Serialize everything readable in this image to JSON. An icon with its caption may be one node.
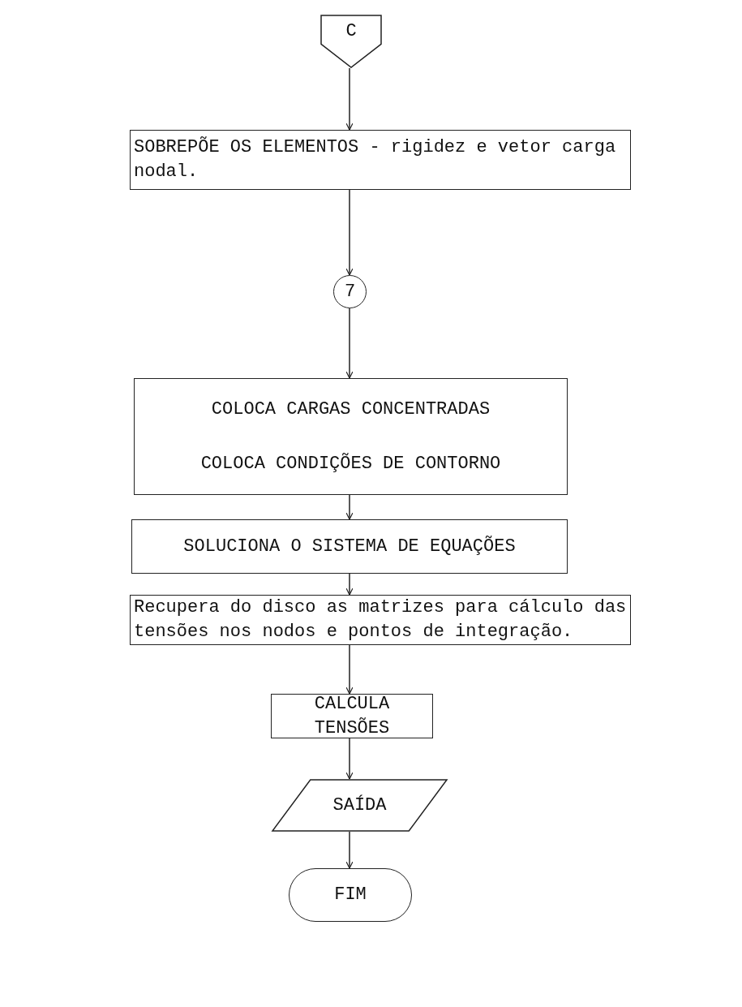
{
  "diagram": {
    "nodes": [
      {
        "text": [
          "C"
        ]
      },
      {
        "text": [
          "SOBREPÕE OS ELEMENTOS - rigidez e vetor carga nodal."
        ]
      },
      {
        "text": [
          "7"
        ]
      },
      {
        "text": [
          "COLOCA CARGAS CONCENTRADAS",
          "COLOCA CONDIÇÕES DE CONTORNO"
        ]
      },
      {
        "text": [
          "SOLUCIONA O SISTEMA DE EQUAÇÕES"
        ]
      },
      {
        "text": [
          "Recupera do disco as matrizes para cálculo das tensões nos nodos e pontos de integração."
        ]
      },
      {
        "text": [
          "CALCULA TENSÕES"
        ]
      },
      {
        "text": [
          "SAÍDA"
        ]
      },
      {
        "text": [
          "FIM"
        ]
      }
    ],
    "edges": [
      {
        "from": 0,
        "to": 1,
        "arrow": "to"
      },
      {
        "from": 1,
        "to": 2,
        "arrow": "to"
      },
      {
        "from": 2,
        "to": 3,
        "arrow": "to"
      },
      {
        "from": 3,
        "to": 4,
        "arrow": "to"
      },
      {
        "from": 4,
        "to": 5,
        "arrow": "to"
      },
      {
        "from": 5,
        "to": 6,
        "arrow": "to"
      },
      {
        "from": 6,
        "to": 7,
        "arrow": "to"
      },
      {
        "from": 7,
        "to": 8,
        "arrow": "to"
      }
    ]
  }
}
